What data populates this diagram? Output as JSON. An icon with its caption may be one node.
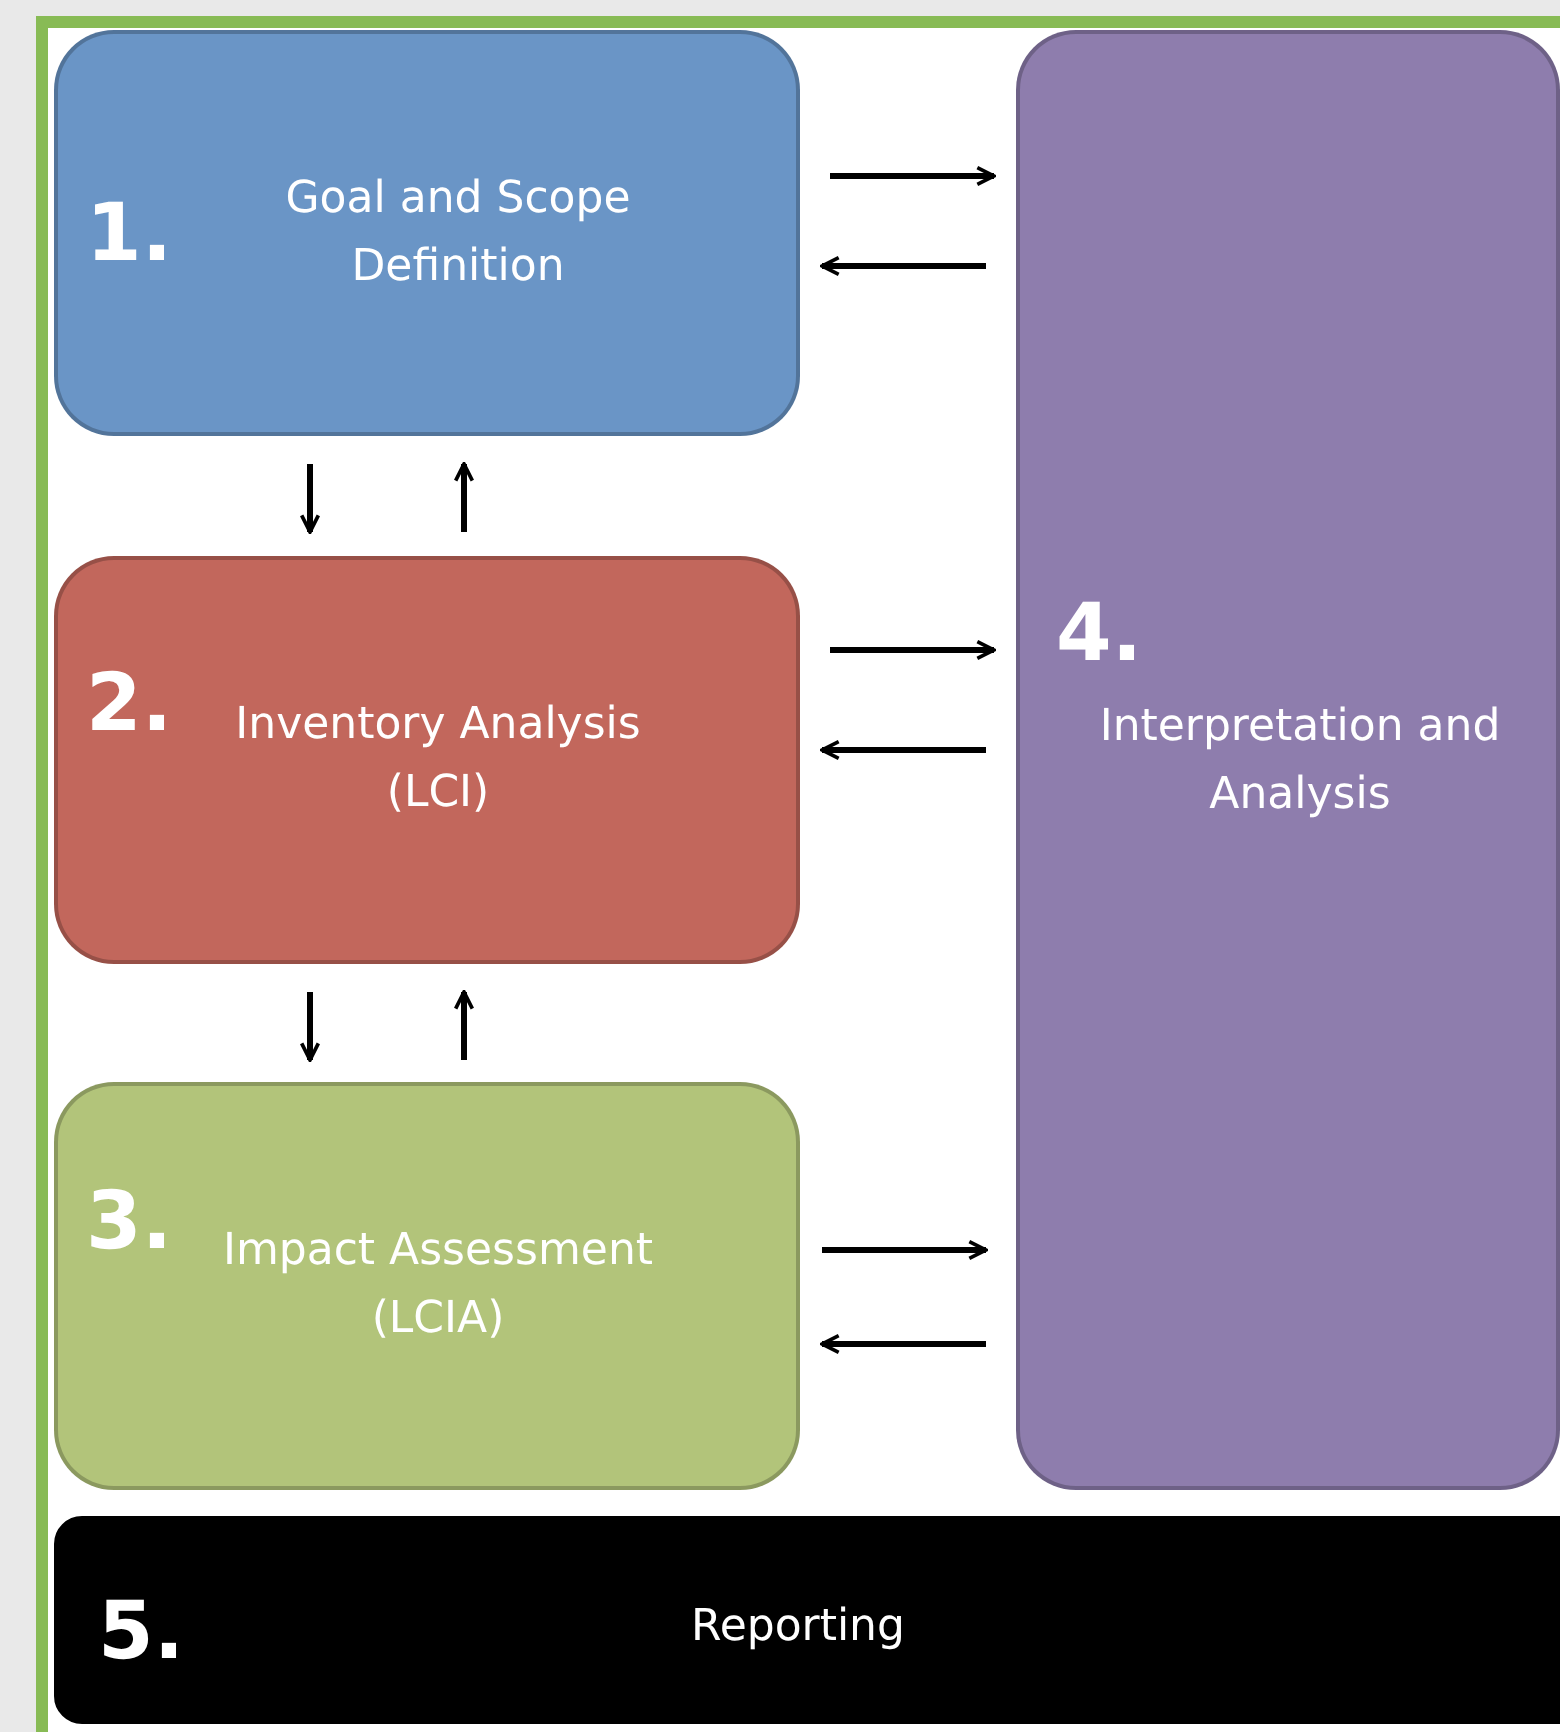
{
  "diagram": {
    "nodes": [
      {
        "text": [
          "1.",
          "Goal and Scope Definition"
        ]
      },
      {
        "text": [
          "2.",
          "Inventory Analysis (LCI)"
        ]
      },
      {
        "text": [
          "3.",
          "Impact Assessment (LCIA)"
        ]
      },
      {
        "text": [
          "4.",
          "Interpretation and Analysis"
        ]
      },
      {
        "text": [
          "5.",
          "Reporting"
        ]
      }
    ],
    "edges": [
      {
        "from": 0,
        "to": 3,
        "arrow": "to"
      },
      {
        "from": 3,
        "to": 0,
        "arrow": "to"
      },
      {
        "from": 0,
        "to": 1,
        "arrow": "to"
      },
      {
        "from": 1,
        "to": 0,
        "arrow": "to"
      },
      {
        "from": 1,
        "to": 3,
        "arrow": "to"
      },
      {
        "from": 3,
        "to": 1,
        "arrow": "to"
      },
      {
        "from": 1,
        "to": 2,
        "arrow": "to"
      },
      {
        "from": 2,
        "to": 1,
        "arrow": "to"
      },
      {
        "from": 2,
        "to": 3,
        "arrow": "to"
      },
      {
        "from": 3,
        "to": 2,
        "arrow": "to"
      }
    ]
  }
}
